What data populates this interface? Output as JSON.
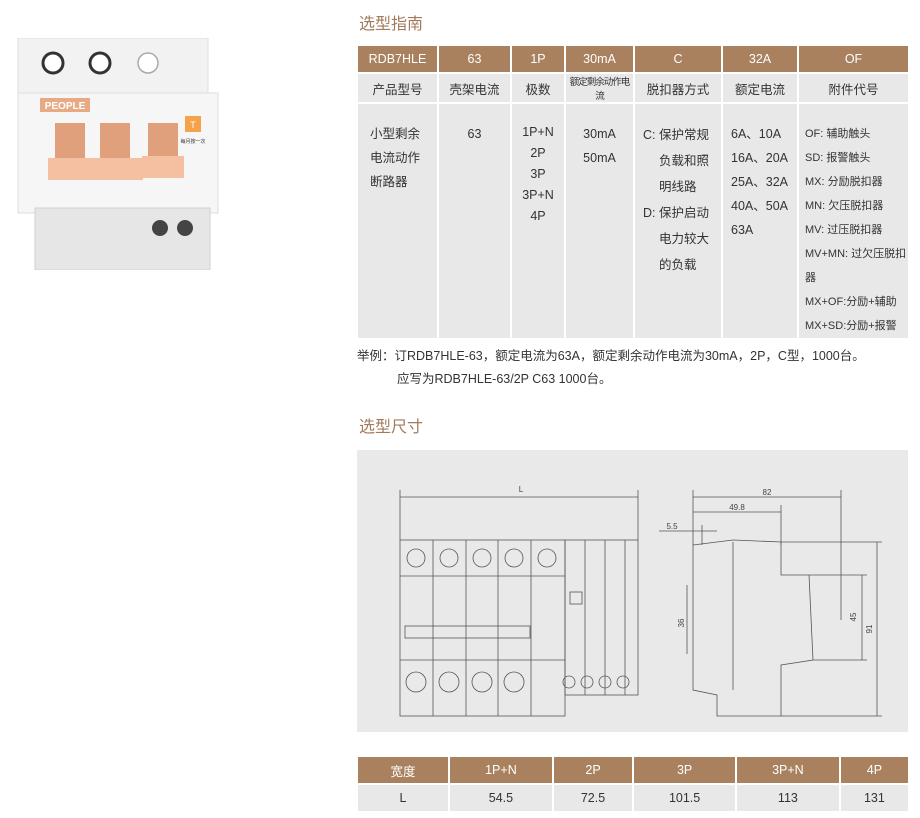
{
  "section1_title": "选型指南",
  "spec_table": {
    "header": [
      "RDB7HLE",
      "63",
      "1P",
      "30mA",
      "C",
      "32A",
      "OF"
    ],
    "labels": [
      "产品型号",
      "壳架电流",
      "极数",
      "额定剩余动作电流",
      "脱扣器方式",
      "额定电流",
      "附件代号"
    ],
    "product_name": [
      "小型剩余",
      "电流动作",
      "断路器"
    ],
    "frame_current": "63",
    "poles": [
      "1P+N",
      "2P",
      "3P",
      "3P+N",
      "4P"
    ],
    "residual": [
      "30mA",
      "50mA"
    ],
    "trip": [
      "C: 保护常规",
      "负载和照",
      "明线路",
      "D: 保护启动",
      "电力较大",
      "的负载"
    ],
    "rated": [
      "6A、10A",
      "16A、20A",
      "25A、32A",
      "40A、50A",
      "63A"
    ],
    "accessories": [
      "OF: 辅助触头",
      "SD: 报警触头",
      "MX: 分励脱扣器",
      "MN: 欠压脱扣器",
      "MV: 过压脱扣器",
      "MV+MN: 过欠压脱扣器",
      "MX+OF:分励+辅助",
      "MX+SD:分励+报警"
    ]
  },
  "example": {
    "line1": "举例：订RDB7HLE-63，额定电流为63A，额定剩余动作电流为30mA，2P，C型，1000台。",
    "line2": "应写为RDB7HLE-63/2P C63 1000台。"
  },
  "section2_title": "选型尺寸",
  "drawing": {
    "L": "L",
    "d82": "82",
    "d49_8": "49.8",
    "d5_5": "5.5",
    "d36": "36",
    "d45": "45",
    "d91": "91"
  },
  "product_image": {
    "brand": "PEOPLE",
    "test_label": "每月按一次",
    "test_button": "T"
  },
  "width_table": {
    "header": [
      "宽度",
      "1P+N",
      "2P",
      "3P",
      "3P+N",
      "4P"
    ],
    "row": [
      "L",
      "54.5",
      "72.5",
      "101.5",
      "113",
      "131"
    ]
  },
  "colors": {
    "accent": "#a9815f",
    "cell": "#e8e8e9",
    "title": "#a27a5c"
  }
}
